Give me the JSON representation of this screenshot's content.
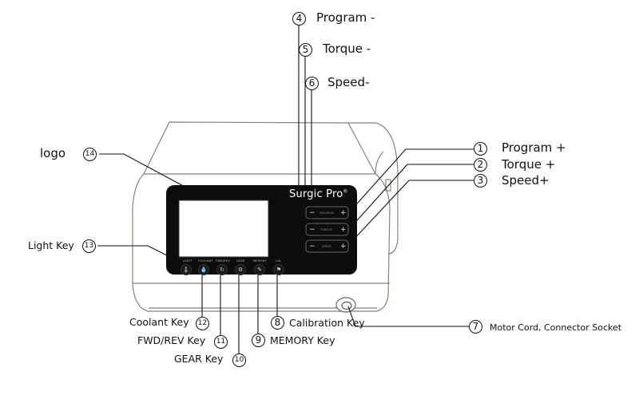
{
  "device": {
    "brand": "Surgic Pro",
    "panel_buttons": [
      {
        "name": "program",
        "label": "PROGRAM",
        "minus": "−",
        "plus": "+"
      },
      {
        "name": "torque",
        "label": "TORQUE",
        "minus": "−",
        "plus": "+"
      },
      {
        "name": "speed",
        "label": "SPEED",
        "minus": "−",
        "plus": "+"
      }
    ],
    "bottom_keys": [
      {
        "name": "light",
        "label": "LIGHT",
        "icon": "thermometer-icon",
        "glyph": "🌡"
      },
      {
        "name": "coolant",
        "label": "COOLANT",
        "icon": "droplet-icon",
        "glyph": "💧"
      },
      {
        "name": "fwd-rev",
        "label": "FWD/REV",
        "icon": "rotate-icon",
        "glyph": "↻"
      },
      {
        "name": "gear",
        "label": "GEAR",
        "icon": "gear-icon",
        "glyph": "⚙"
      },
      {
        "name": "memory",
        "label": "MEMORY",
        "icon": "edit-icon",
        "glyph": "✎"
      },
      {
        "name": "cal",
        "label": "CAL",
        "icon": "calibration-icon",
        "glyph": "⚑"
      }
    ]
  },
  "callouts": [
    {
      "num": "1",
      "text": "Program +"
    },
    {
      "num": "2",
      "text": "Torque +"
    },
    {
      "num": "3",
      "text": "Speed+"
    },
    {
      "num": "4",
      "text": "Program -"
    },
    {
      "num": "5",
      "text": "Torque -"
    },
    {
      "num": "6",
      "text": "Speed-"
    },
    {
      "num": "7",
      "text": "Motor Cord, Connector Socket"
    },
    {
      "num": "8",
      "text": "Calibration Key"
    },
    {
      "num": "9",
      "text": "MEMORY Key"
    },
    {
      "num": "10",
      "text": "GEAR Key"
    },
    {
      "num": "11",
      "text": "FWD/REV Key"
    },
    {
      "num": "12",
      "text": "Coolant Key"
    },
    {
      "num": "13",
      "text": "Light Key"
    },
    {
      "num": "14",
      "text": "logo"
    }
  ],
  "colors": {
    "panel": "#0d0d0d",
    "line": "#111111",
    "outline": "#8a8178"
  }
}
